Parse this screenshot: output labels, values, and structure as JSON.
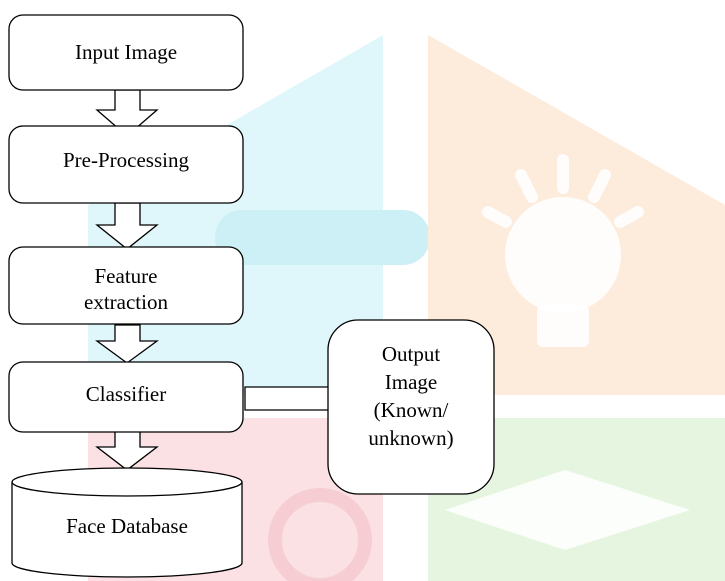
{
  "nodes": {
    "input": "Input Image",
    "preprocess": "Pre-Processing",
    "feature": [
      "Feature",
      "extraction"
    ],
    "classifier": "Classifier",
    "output": [
      "Output",
      "Image",
      "(Known/",
      "unknown)"
    ],
    "database": "Face Database"
  },
  "colors": {
    "watermark_cyan": "#dff7fb",
    "watermark_orange": "#fdebdc",
    "watermark_green": "#e6f5e0",
    "watermark_pink": "#fbe1e4",
    "stroke": "#000000"
  }
}
